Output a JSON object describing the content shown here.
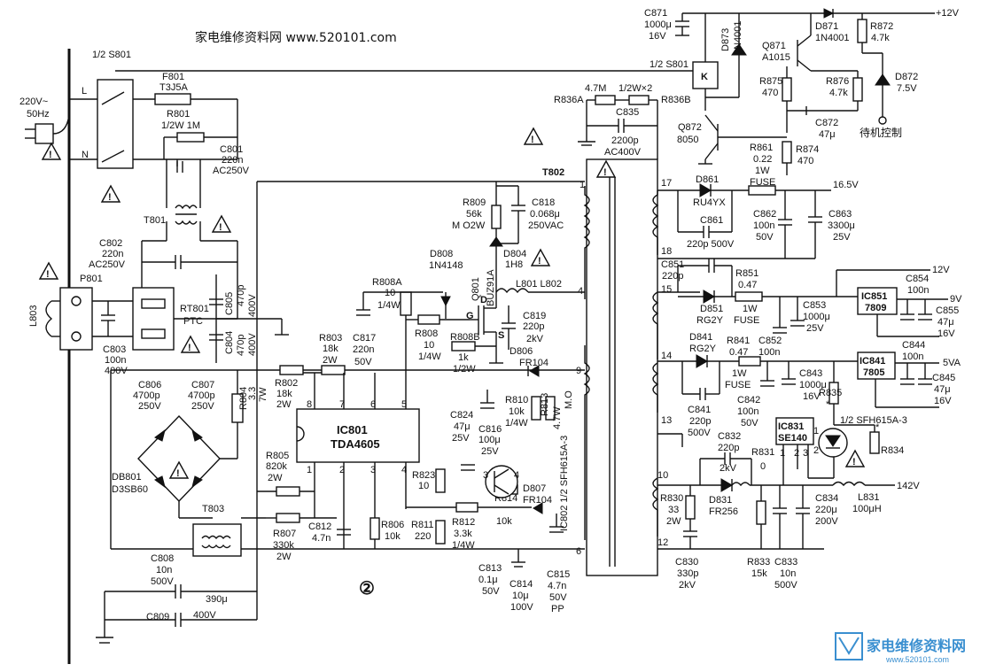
{
  "header": {
    "site": "家电维修资料网 www.520101.com"
  },
  "watermark": {
    "name": "家电维修资料网",
    "url": "www.520101.com"
  },
  "page_number": "②",
  "mains": {
    "voltage": "220V~",
    "freq": "50Hz",
    "live": "L",
    "neutral": "N"
  },
  "labels": {
    "s801a": "1/2 S801",
    "s801b": "1/2 S801",
    "f801": [
      "F801",
      "T3J5A"
    ],
    "r801": [
      "R801",
      "1/2W 1M"
    ],
    "c801": [
      "C801",
      "220n",
      "AC250V"
    ],
    "t801": "T801",
    "c802": [
      "C802",
      "220n",
      "AC250V"
    ],
    "p801": "P801",
    "l803": "L803",
    "c803": [
      "C803",
      "100n",
      "400V"
    ],
    "rt801": [
      "RT801",
      "PTC"
    ],
    "c805": [
      "C805",
      "470p",
      "400V"
    ],
    "c804": [
      "C804",
      "470p",
      "400V"
    ],
    "c806": [
      "C806",
      "4700p",
      "250V"
    ],
    "c807": [
      "C807",
      "4700p",
      "250V"
    ],
    "db801": [
      "DB801",
      "D3SB60"
    ],
    "r804": [
      "R804",
      "3.3",
      "7W"
    ],
    "t803": "T803",
    "c808": [
      "C808",
      "10n",
      "500V"
    ],
    "c809": [
      "C809",
      "390μ",
      "400V"
    ],
    "r802": [
      "R802",
      "18k",
      "2W"
    ],
    "r803": [
      "R803",
      "18k",
      "2W"
    ],
    "r805": [
      "R805",
      "820k",
      "2W"
    ],
    "r807": [
      "R807",
      "330k",
      "2W"
    ],
    "c812": [
      "C812",
      "4.7n"
    ],
    "r806": [
      "R806",
      "10k"
    ],
    "ic801": [
      "IC801",
      "TDA4605"
    ],
    "ic801pins": [
      "8",
      "7",
      "6",
      "5",
      "1",
      "2",
      "3",
      "4"
    ],
    "c817": [
      "C817",
      "220n",
      "50V"
    ],
    "r808a": [
      "R808A",
      "10",
      "1/4W"
    ],
    "r808": [
      "R808",
      "10",
      "1/4W"
    ],
    "r808b": [
      "R808B",
      "1k",
      "1/2W"
    ],
    "d808": [
      "D808",
      "1N4148"
    ],
    "q801": [
      "Q801",
      "BUZ91A"
    ],
    "gds": [
      "G",
      "D",
      "S"
    ],
    "r809": [
      "R809",
      "56k",
      "M O2W"
    ],
    "c818": [
      "C818",
      "0.068μ",
      "250VAC"
    ],
    "d804": [
      "D804",
      "1H8"
    ],
    "l801l802": "L801 L802",
    "c819": [
      "C819",
      "220p",
      "2kV"
    ],
    "d806": [
      "D806",
      "FR104"
    ],
    "r810": [
      "R810",
      "10k",
      "1/4W"
    ],
    "r813": [
      "R813",
      "4.7W",
      "M.O"
    ],
    "c824": [
      "C824",
      "47μ",
      "25V"
    ],
    "c816": [
      "C816",
      "100μ",
      "25V"
    ],
    "r823": [
      "R823",
      "10"
    ],
    "r811": [
      "R811",
      "220"
    ],
    "r812": [
      "R812",
      "3.3k",
      "1/4W"
    ],
    "r814": [
      "R814",
      "10k"
    ],
    "d807": [
      "D807",
      "FR104"
    ],
    "ic802": "IC802 1/2 SFH615A-3",
    "c813": [
      "C813",
      "0.1μ",
      "50V"
    ],
    "c814": [
      "C814",
      "10μ",
      "100V"
    ],
    "c815": [
      "C815",
      "4.7n",
      "50V",
      "PP"
    ],
    "t802": "T802",
    "t802pins": [
      "1",
      "4",
      "9",
      "6",
      "17",
      "18",
      "15",
      "14",
      "13",
      "10",
      "12"
    ],
    "r836": [
      "R836A",
      "4.7M",
      "1/2W×2",
      "R836B"
    ],
    "c835": [
      "C835",
      "2200p",
      "AC400V"
    ],
    "c871": [
      "C871",
      "1000μ",
      "16V"
    ],
    "d873": [
      "D873",
      "1N4001"
    ],
    "relay": "K",
    "q871": [
      "Q871",
      "A1015"
    ],
    "d871": [
      "D871",
      "1N4001"
    ],
    "r872": [
      "R872",
      "4.7k"
    ],
    "r875": [
      "R875",
      "470"
    ],
    "r876": [
      "R876",
      "4.7k"
    ],
    "d872": [
      "D872",
      "7.5V"
    ],
    "c872": [
      "C872",
      "47μ"
    ],
    "standby": "待机控制",
    "q872": [
      "Q872",
      "8050"
    ],
    "r861": [
      "R861",
      "0.22",
      "1W",
      "FUSE"
    ],
    "r874": [
      "R874",
      "470"
    ],
    "d861": [
      "D861",
      "RU4YX"
    ],
    "c861": [
      "C861",
      "220p 500V"
    ],
    "c862": [
      "C862",
      "100n",
      "50V"
    ],
    "c863": [
      "C863",
      "3300μ",
      "25V"
    ],
    "c851": [
      "C851",
      "220p"
    ],
    "r851": [
      "R851",
      "0.47",
      "1W",
      "FUSE"
    ],
    "d851": [
      "D851",
      "RG2Y"
    ],
    "c853": [
      "C853",
      "1000μ",
      "25V"
    ],
    "c852": [
      "C852",
      "100n"
    ],
    "ic851": [
      "IC851",
      "7809"
    ],
    "c854": [
      "C854",
      "100n"
    ],
    "c855": [
      "C855",
      "47μ",
      "16V"
    ],
    "c844": [
      "C844",
      "100n"
    ],
    "d841": [
      "D841",
      "RG2Y"
    ],
    "r841": [
      "R841",
      "0.47",
      "1W",
      "FUSE"
    ],
    "c841": [
      "C841",
      "220p",
      "500V"
    ],
    "c842": [
      "C842",
      "100n",
      "50V"
    ],
    "c843": [
      "C843",
      "1000μ",
      "16V"
    ],
    "ic841": [
      "IC841",
      "7805"
    ],
    "c845": [
      "C845",
      "47μ",
      "16V"
    ],
    "r835": [
      "R835",
      "*"
    ],
    "sfh615": "1/2 SFH615A-3",
    "r834": [
      "R834",
      "*"
    ],
    "ic831": [
      "IC831",
      "SE140"
    ],
    "ic831pins": [
      "1",
      "2",
      "3"
    ],
    "c832": [
      "C832",
      "220p",
      "2kV"
    ],
    "r831": [
      "R831",
      "0"
    ],
    "d831": [
      "D831",
      "FR256"
    ],
    "r830": [
      "R830",
      "33",
      "2W"
    ],
    "c830": [
      "C830",
      "330p",
      "2kV"
    ],
    "r833": [
      "R833",
      "15k"
    ],
    "c833": [
      "C833",
      "10n",
      "500V"
    ],
    "c834": [
      "C834",
      "220μ",
      "200V"
    ],
    "l831": [
      "L831",
      "100μH"
    ],
    "rails": {
      "v12top": "+12V",
      "v16": "16.5V",
      "v12": "12V",
      "v9": "9V",
      "v5": "5VA",
      "v142": "142V"
    }
  }
}
